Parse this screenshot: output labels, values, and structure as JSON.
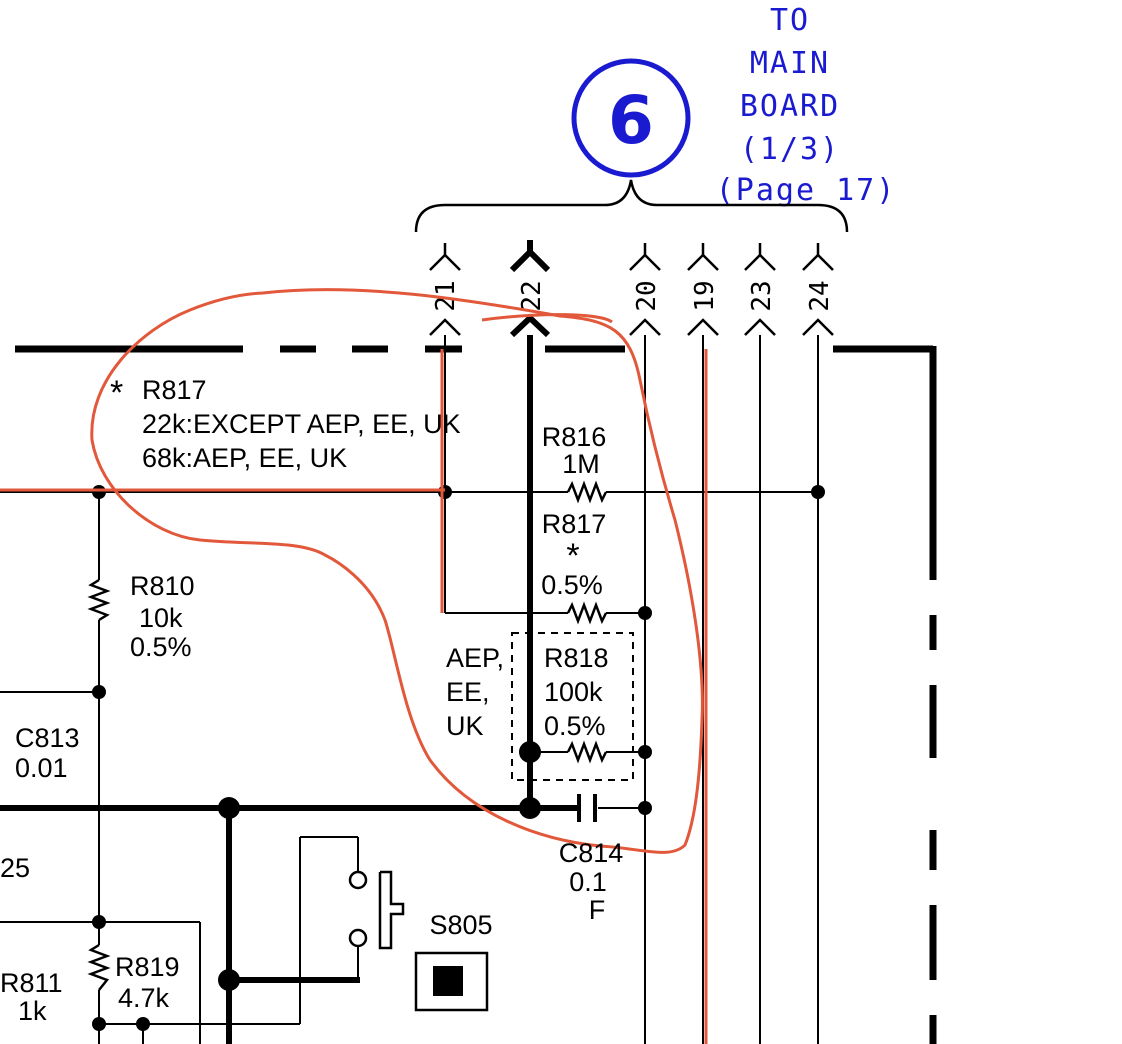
{
  "connector": {
    "number": "6",
    "dest_lines": [
      "TO",
      "MAIN",
      "BOARD",
      "(1/3)",
      "(Page 17)"
    ],
    "pins": [
      "21",
      "22",
      "20",
      "19",
      "23",
      "24"
    ]
  },
  "note": {
    "ref": "R817",
    "line1": "22k:EXCEPT AEP, EE, UK",
    "line2": "68k:AEP, EE, UK"
  },
  "components": {
    "r816": {
      "ref": "R816",
      "value": "1M"
    },
    "r817": {
      "ref": "R817",
      "tol": "0.5%"
    },
    "r818": {
      "ref": "R818",
      "value": "100k",
      "tol": "0.5%"
    },
    "r818_region": [
      "AEP,",
      "EE,",
      "UK"
    ],
    "r810": {
      "ref": "R810",
      "value": "10k",
      "tol": "0.5%"
    },
    "c813": {
      "ref": "C813",
      "value": "0.01"
    },
    "c814": {
      "ref": "C814",
      "value": "0.1",
      "unit": "F"
    },
    "s805": {
      "ref": "S805"
    },
    "r819": {
      "ref": "R819",
      "value": "4.7k"
    },
    "r811": {
      "ref": "R811",
      "value": "1k"
    },
    "partial_25": "25"
  },
  "colors": {
    "wire": "#000000",
    "connector_label": "#1a1ad0",
    "highlight": "#e2583a"
  }
}
